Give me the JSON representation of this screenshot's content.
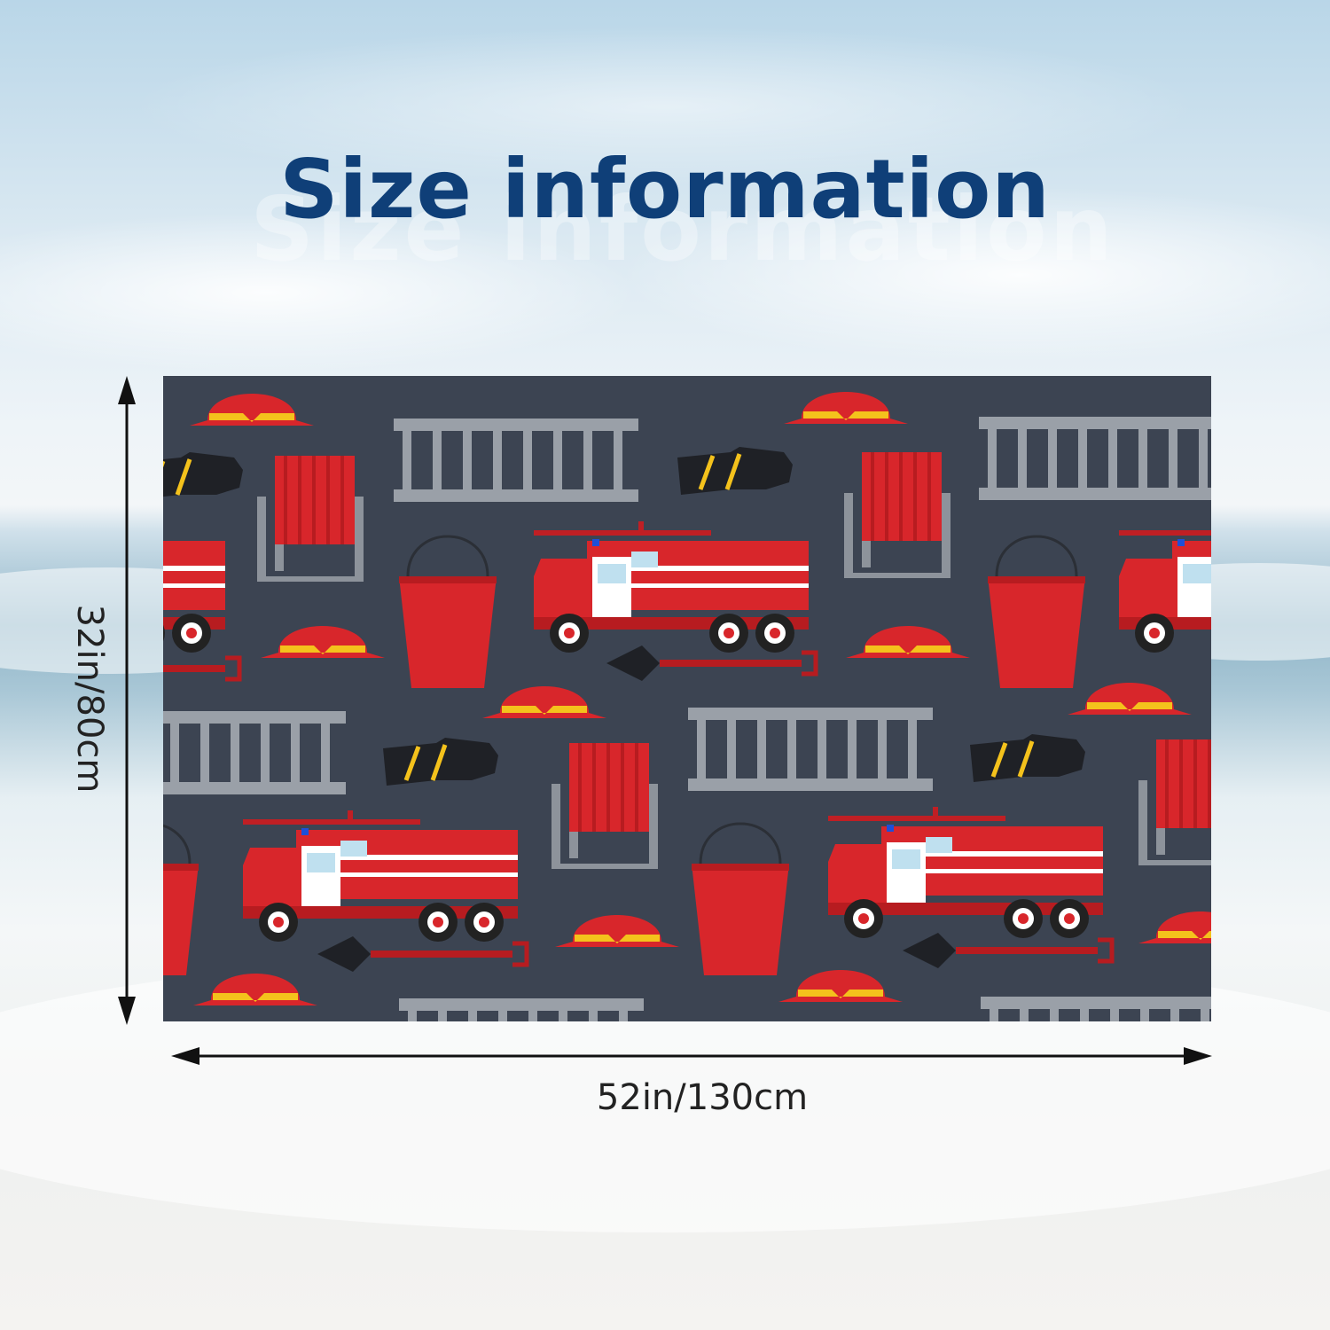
{
  "title": "Size information",
  "dimensions": {
    "width_label": "52in/130cm",
    "height_label": "32in/80cm"
  },
  "colors": {
    "title": "#0f3f78",
    "towel_background": "#3c4452",
    "fire_red": "#d8262b",
    "accent_yellow": "#f4c21c",
    "ladder_gray": "#9aa0a8"
  },
  "icons": [
    "fire-truck-icon",
    "fire-helmet-icon",
    "ladder-icon",
    "hose-reel-icon",
    "bucket-icon",
    "glove-icon",
    "shovel-icon"
  ]
}
